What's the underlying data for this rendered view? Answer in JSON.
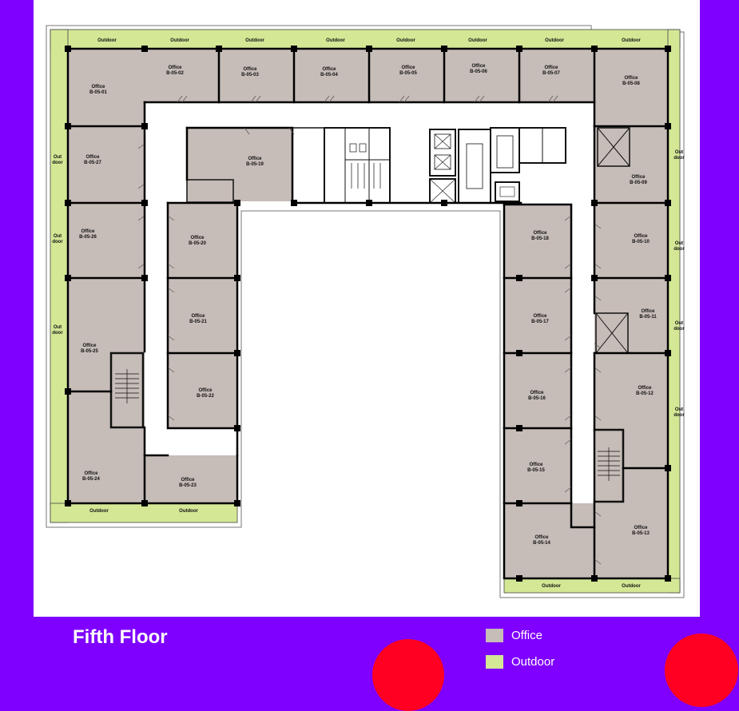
{
  "title": "Fifth Floor",
  "colors": {
    "background": "#7f00ff",
    "office": "#c6bcb8",
    "outdoor": "#d3e795",
    "decor": "#ff0022"
  },
  "legend": {
    "office_label": "Office",
    "outdoor_label": "Outdoor"
  },
  "plan": {
    "office_word": "Office",
    "outdoor_top": [
      "Outdoor",
      "Outdoor",
      "Outdoor",
      "Outdoor",
      "Outdoor",
      "Outdoor",
      "Outdoor",
      "Outdoor"
    ],
    "outdoor_bottom_left": [
      "Outdoor",
      "Outdoor"
    ],
    "outdoor_bottom_right": [
      "Outdoor",
      "Outdoor"
    ],
    "outdoor_side": "Out door",
    "offices": [
      "B-05-01",
      "B-05-02",
      "B-05-03",
      "B-05-04",
      "B-05-05",
      "B-05-06",
      "B-05-07",
      "B-05-08",
      "B-05-09",
      "B-05-10",
      "B-05-11",
      "B-05-12",
      "B-05-13",
      "B-05-14",
      "B-05-15",
      "B-05-16",
      "B-05-17",
      "B-05-18",
      "B-05-19",
      "B-05-20",
      "B-05-21",
      "B-05-22",
      "B-05-23",
      "B-05-24",
      "B-05-25",
      "B-05-26",
      "B-05-27"
    ]
  }
}
